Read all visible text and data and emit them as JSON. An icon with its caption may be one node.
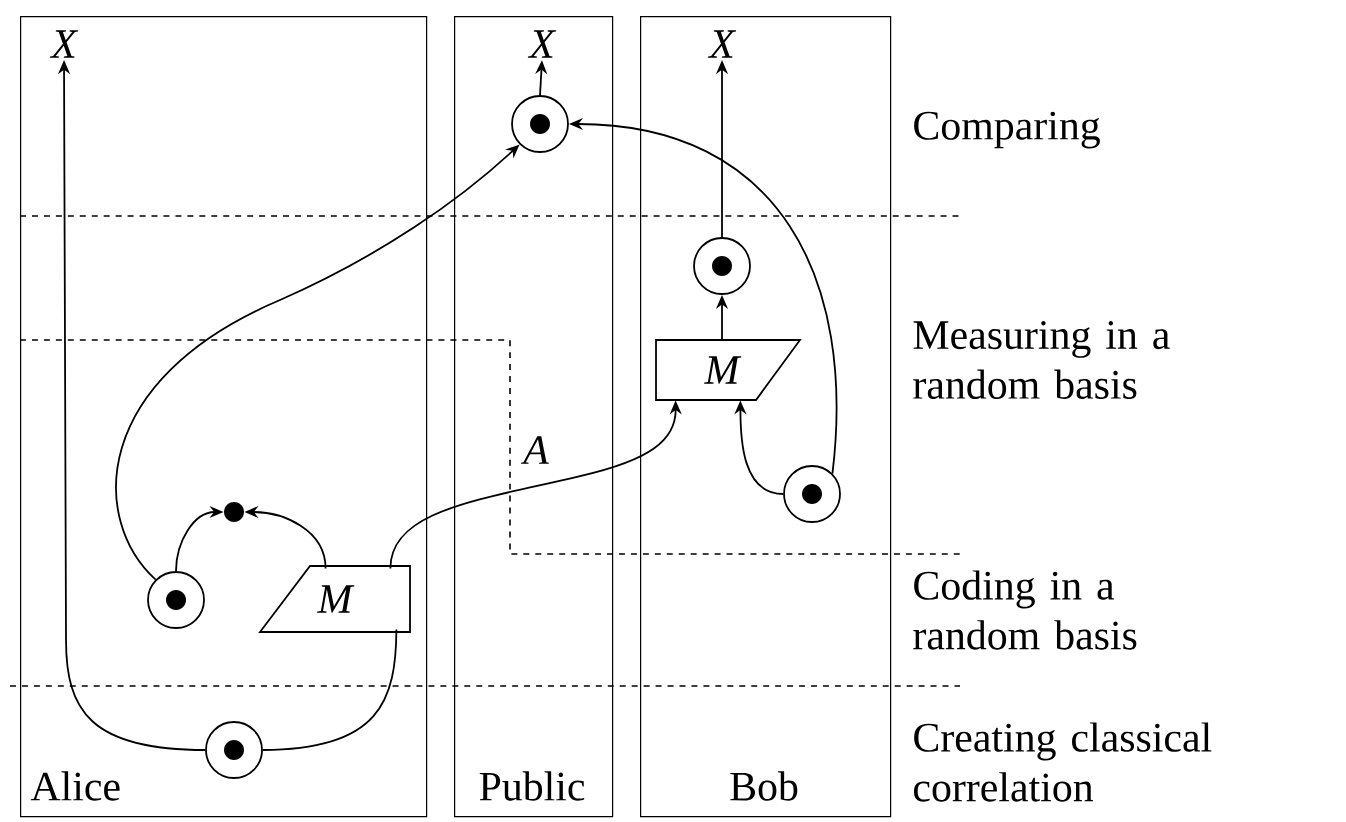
{
  "diagram": {
    "nodes": [
      {
        "text": [
          "Alice"
        ]
      },
      {
        "text": [
          "Public"
        ]
      },
      {
        "text": [
          "Bob"
        ]
      },
      {
        "text": [
          "X"
        ],
        "in": 0
      },
      {
        "text": [
          "X"
        ],
        "in": 1
      },
      {
        "text": [
          "X"
        ],
        "in": 2
      },
      {
        "text": [],
        "shape": "circle",
        "in": 1
      },
      {
        "text": [],
        "shape": "circle",
        "in": 2
      },
      {
        "text": [
          "M"
        ],
        "in": 2
      },
      {
        "text": [],
        "shape": "circle",
        "in": 2
      },
      {
        "text": [],
        "shape": "circle",
        "in": 0
      },
      {
        "text": [
          "M"
        ],
        "in": 0
      },
      {
        "text": [],
        "shape": "circle",
        "in": 0
      },
      {
        "text": [],
        "shape": "circle",
        "in": 0
      }
    ],
    "edges": [
      {
        "from": 13,
        "to": 3,
        "arrow": "to"
      },
      {
        "from": 13,
        "to": 11,
        "arrow": "none"
      },
      {
        "from": 10,
        "to": 6,
        "arrow": "to"
      },
      {
        "from": 10,
        "to": 12,
        "arrow": "to"
      },
      {
        "from": 11,
        "to": 12,
        "arrow": "to"
      },
      {
        "from": 11,
        "to": 8,
        "arrow": "to"
      },
      {
        "from": 9,
        "to": 8,
        "arrow": "to"
      },
      {
        "from": 8,
        "to": 7,
        "arrow": "to"
      },
      {
        "from": 7,
        "to": 5,
        "arrow": "to"
      },
      {
        "from": 9,
        "to": 6,
        "arrow": "to"
      },
      {
        "from": 6,
        "to": 4,
        "arrow": "to"
      }
    ],
    "labels": [
      "Comparing",
      "Measuring in a random basis",
      "A",
      "Coding in a random basis",
      "Creating classical correlation"
    ]
  }
}
